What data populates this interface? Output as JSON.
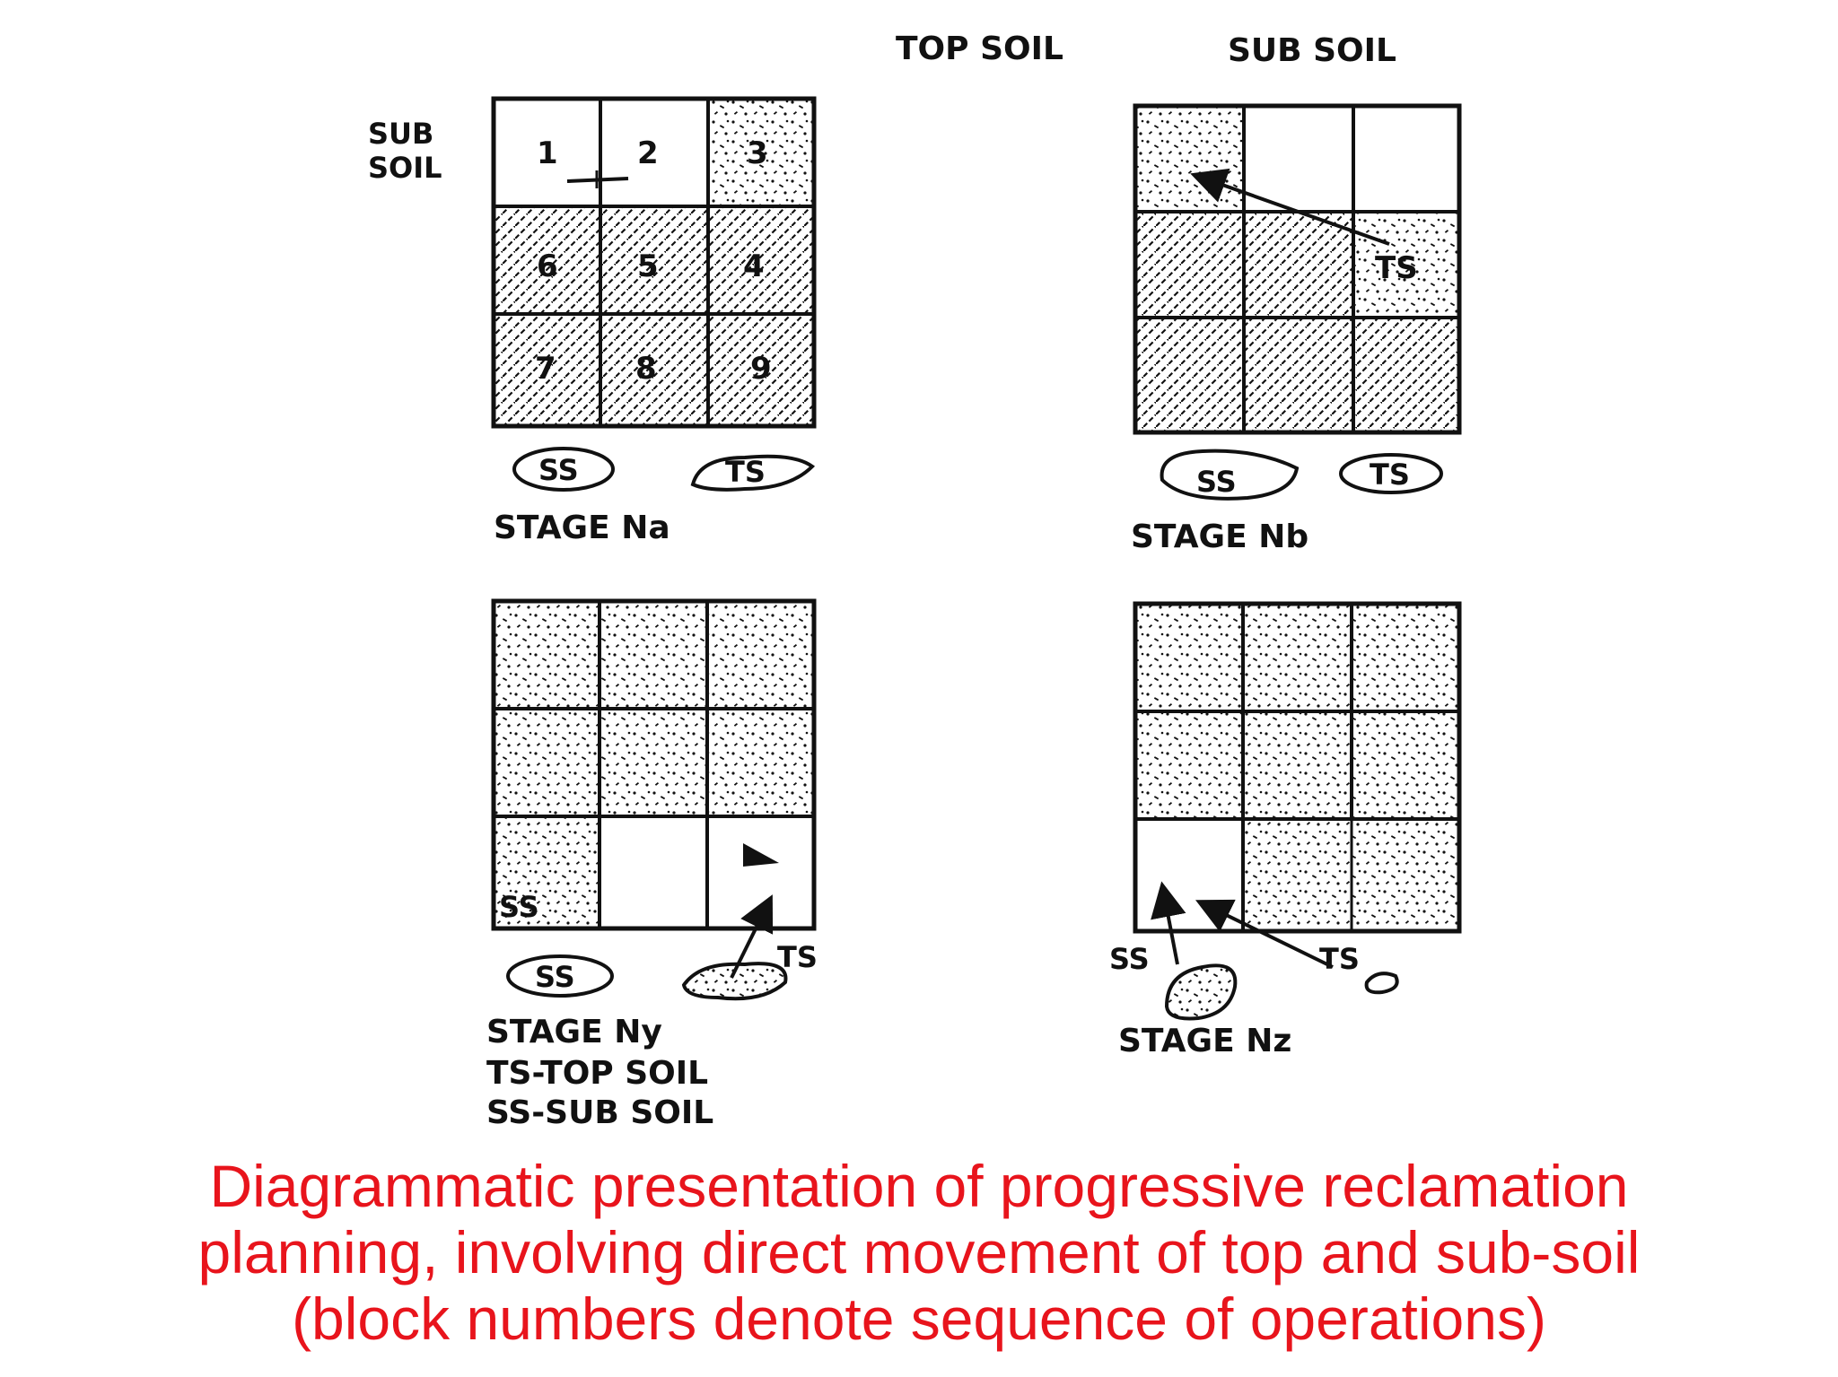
{
  "header": {
    "top_soil": "TOP SOIL",
    "sub_soil": "SUB SOIL"
  },
  "panel_a": {
    "side_label_1": "SUB",
    "side_label_2": "SOIL",
    "cells": [
      "1",
      "2",
      "3",
      "6",
      "5",
      "4",
      "7",
      "8",
      "9"
    ],
    "ss": "SS",
    "ts": "TS",
    "stage": "STAGE Na"
  },
  "panel_b": {
    "ts_arrow_label": "TS",
    "ss": "SS",
    "ts": "TS",
    "stage": "STAGE Nb"
  },
  "panel_y": {
    "cell_label": "SS",
    "ts_arrow_label": "TS",
    "ss": "SS",
    "stage": "STAGE Ny",
    "legend_ts": "TS-TOP SOIL",
    "legend_ss": "SS-SUB SOIL"
  },
  "panel_z": {
    "ss_label": "SS",
    "ts_label": "TS",
    "stage": "STAGE Nz"
  },
  "caption": {
    "line1": "Diagrammatic presentation of progressive reclamation",
    "line2": "planning, involving direct movement of top and sub-soil",
    "line3": "(block numbers denote sequence of operations)"
  },
  "colors": {
    "caption": "#e8141c",
    "ink": "#111111"
  }
}
